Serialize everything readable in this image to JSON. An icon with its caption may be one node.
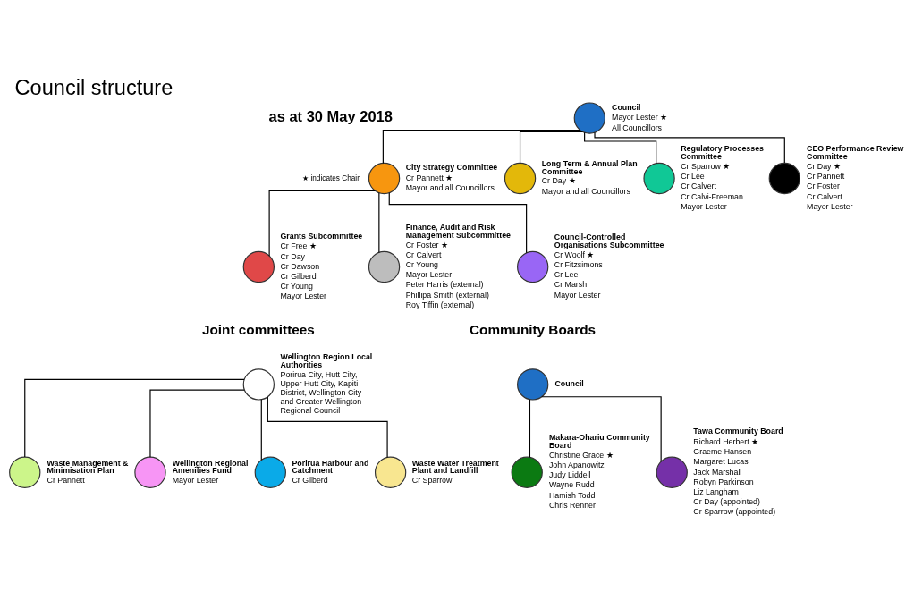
{
  "diagram": {
    "title": "Council structure",
    "nodes": [
      {
        "text": [],
        "shape": "circle",
        "beside": [
          "Council",
          "Mayor Lester ★",
          "All Councillors"
        ]
      },
      {
        "text": [],
        "shape": "circle",
        "beside": [
          "City Strategy Committee",
          "Cr Pannett ★",
          "Mayor and all Councillors"
        ]
      },
      {
        "text": [],
        "shape": "circle",
        "beside": [
          "Long Term & Annual Plan Committee",
          "Cr Day ★",
          "Mayor and all Councillors"
        ]
      },
      {
        "text": [],
        "shape": "circle",
        "beside": [
          "Regulatory Processes Committee",
          "Cr Sparrow ★",
          "Cr Lee",
          "Cr Calvert",
          "Cr Calvi-Freeman",
          "Mayor Lester"
        ]
      },
      {
        "text": [],
        "shape": "circle",
        "beside": [
          "CEO Performance Review Committee",
          "Cr Day ★",
          "Cr Pannett",
          "Cr Foster",
          "Cr Calvert",
          "Mayor Lester"
        ]
      },
      {
        "text": [],
        "shape": "circle",
        "beside": [
          "Grants Subcommittee",
          "Cr Free ★",
          "Cr Day",
          "Cr Dawson",
          "Cr Gilberd",
          "Cr Young",
          "Mayor Lester"
        ]
      },
      {
        "text": [],
        "shape": "circle",
        "beside": [
          "Finance, Audit and Risk Management Subcommittee",
          "Cr Foster ★",
          "Cr Calvert",
          "Cr Young",
          "Mayor Lester",
          "Peter Harris (external)",
          "Phillipa Smith (external)",
          "Roy Tiffin (external)"
        ]
      },
      {
        "text": [],
        "shape": "circle",
        "beside": [
          "Council-Controlled Organisations Subcommittee",
          "Cr Woolf ★",
          "Cr Fitzsimons",
          "Cr Lee",
          "Cr Marsh",
          "Mayor Lester"
        ]
      },
      {
        "text": [],
        "shape": "circle",
        "beside": [
          "Wellington Region Local Authorities",
          "Porirua City, Hutt City, Upper Hutt City, Kapiti District, Wellington City and Greater Wellington Regional Council"
        ]
      },
      {
        "text": [],
        "shape": "circle",
        "beside": [
          "Waste Management & Minimisation Plan",
          "Cr Pannett"
        ]
      },
      {
        "text": [],
        "shape": "circle",
        "beside": [
          "Wellington Regional Amenities Fund",
          "Mayor Lester"
        ]
      },
      {
        "text": [],
        "shape": "circle",
        "beside": [
          "Porirua Harbour and Catchment",
          "Cr Gilberd"
        ]
      },
      {
        "text": [],
        "shape": "circle",
        "beside": [
          "Waste Water Treatment Plant and Landfill",
          "Cr Sparrow"
        ]
      },
      {
        "text": [],
        "shape": "circle",
        "beside": [
          "Council"
        ]
      },
      {
        "text": [],
        "shape": "circle",
        "beside": [
          "Makara-Ohariu Community Board",
          "Christine Grace ★",
          "John Apanowitz",
          "Judy Liddell",
          "Wayne Rudd",
          "Hamish Todd",
          "Chris Renner"
        ]
      },
      {
        "text": [],
        "shape": "circle",
        "beside": [
          "Tawa Community Board",
          "Richard Herbert ★",
          "Graeme Hansen",
          "Margaret Lucas",
          "Jack Marshall",
          "Robyn Parkinson",
          "Liz Langham",
          "Cr Day (appointed)",
          "Cr Sparrow (appointed)"
        ]
      }
    ],
    "edges": [
      {
        "from": 0,
        "to": 1,
        "arrow": "none"
      },
      {
        "from": 0,
        "to": 2,
        "arrow": "none"
      },
      {
        "from": 0,
        "to": 3,
        "arrow": "none"
      },
      {
        "from": 0,
        "to": 4,
        "arrow": "none"
      },
      {
        "from": 1,
        "to": 5,
        "arrow": "none"
      },
      {
        "from": 1,
        "to": 6,
        "arrow": "none"
      },
      {
        "from": 1,
        "to": 7,
        "arrow": "none"
      },
      {
        "from": 8,
        "to": 9,
        "arrow": "none"
      },
      {
        "from": 8,
        "to": 10,
        "arrow": "none"
      },
      {
        "from": 8,
        "to": 11,
        "arrow": "none"
      },
      {
        "from": 8,
        "to": 12,
        "arrow": "none"
      },
      {
        "from": 13,
        "to": 14,
        "arrow": "none"
      },
      {
        "from": 13,
        "to": 15,
        "arrow": "none"
      }
    ],
    "labels": [
      "as at 30 May 2018",
      "Joint committees",
      "Community Boards"
    ],
    "legend": [
      {
        "text": "★ indicates Chair"
      }
    ]
  }
}
